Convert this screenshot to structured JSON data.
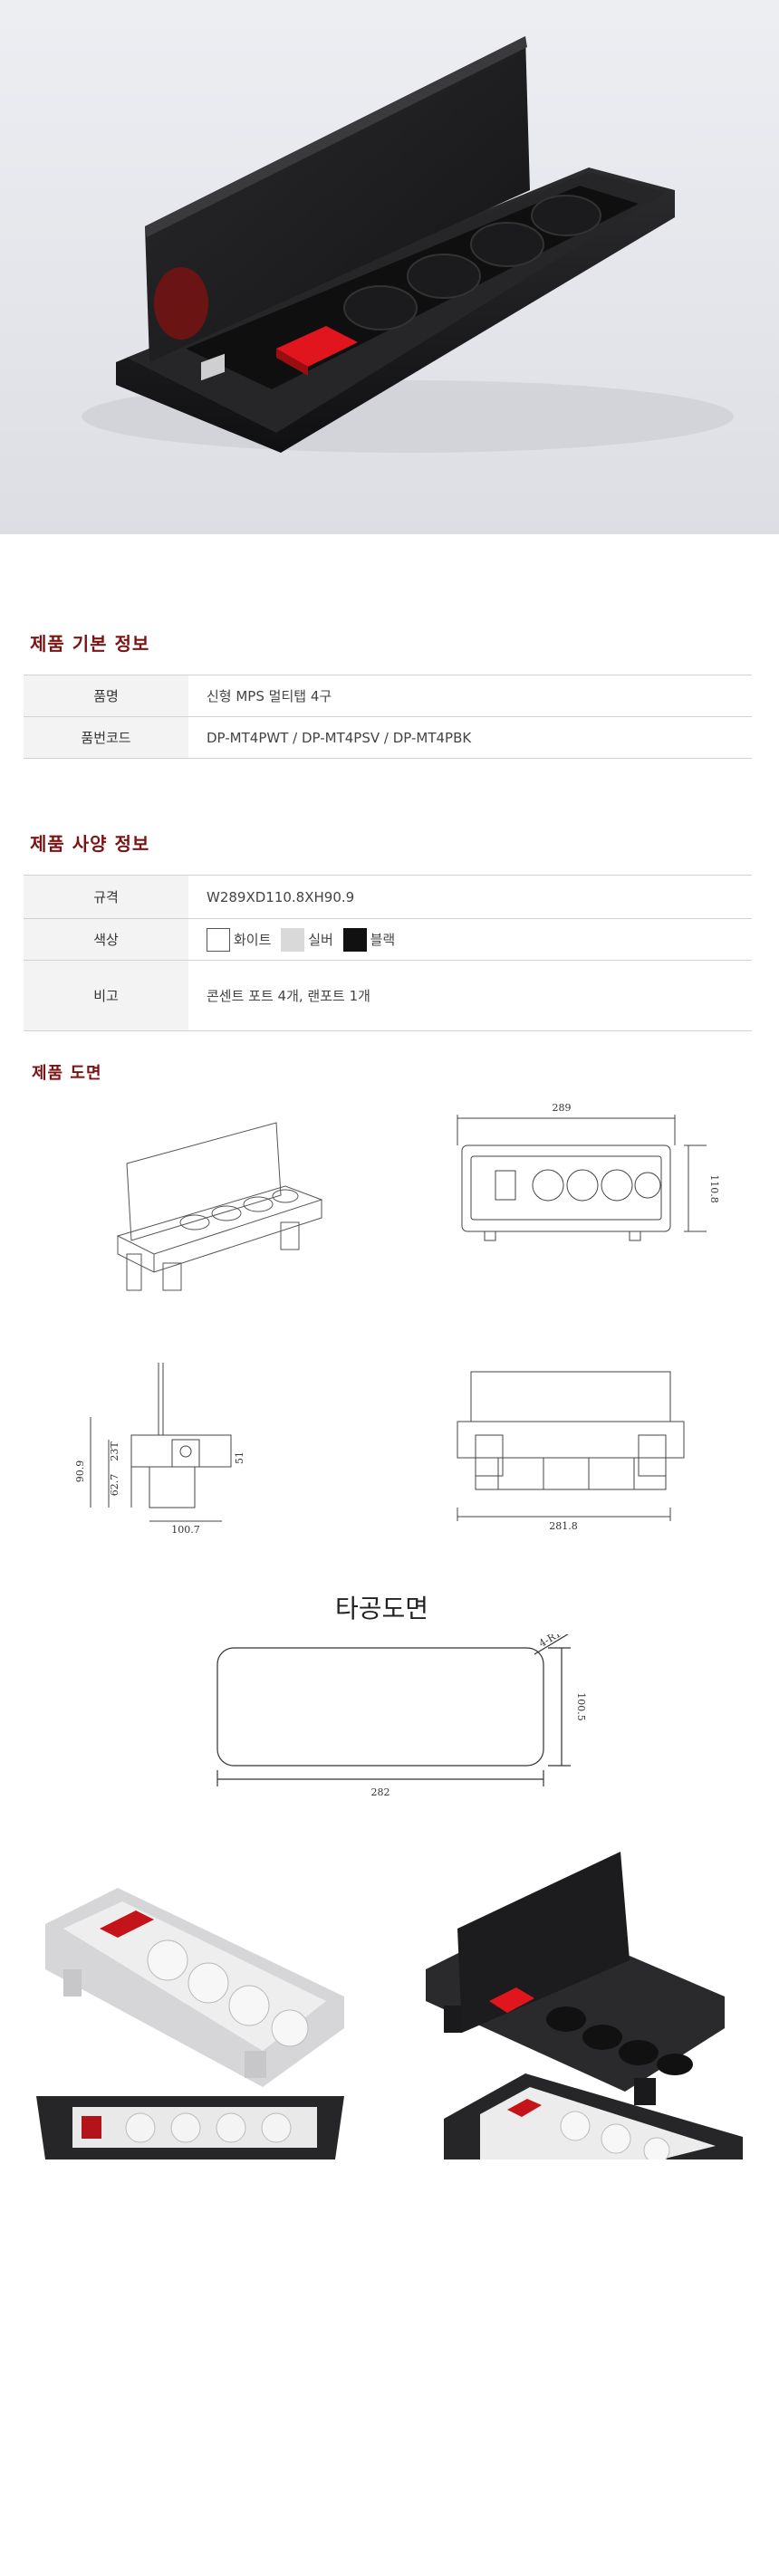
{
  "basic_info": {
    "title": "제품 기본 정보",
    "rows": [
      {
        "key": "품명",
        "value": "신형 MPS 멀티탭 4구"
      },
      {
        "key": "품번코드",
        "value": "DP-MT4PWT / DP-MT4PSV / DP-MT4PBK"
      }
    ]
  },
  "spec_info": {
    "title": "제품 사양 정보",
    "size_key": "규격",
    "size_value": "W289XD110.8XH90.9",
    "color_key": "색상",
    "colors": [
      {
        "label": "화이트",
        "hex": "#ffffff"
      },
      {
        "label": "실버",
        "hex": "#d9d9d9"
      },
      {
        "label": "블랙",
        "hex": "#111111"
      }
    ],
    "note_key": "비고",
    "note_value": "콘센트 포트 4개, 랜포트 1개"
  },
  "drawing": {
    "title": "제품 도면",
    "top_width": "289",
    "top_depth": "110.8",
    "side_height": "90.9",
    "side_top": "23T",
    "side_lower": "62.7",
    "side_right": "51",
    "side_width": "100.7",
    "front_width": "281.8"
  },
  "cutout": {
    "title": "타공도면",
    "width": "282",
    "height": "100.5",
    "radius": "4-R10"
  },
  "colors": {
    "accent": "#7a1414",
    "socket_red": "#e0151d"
  }
}
